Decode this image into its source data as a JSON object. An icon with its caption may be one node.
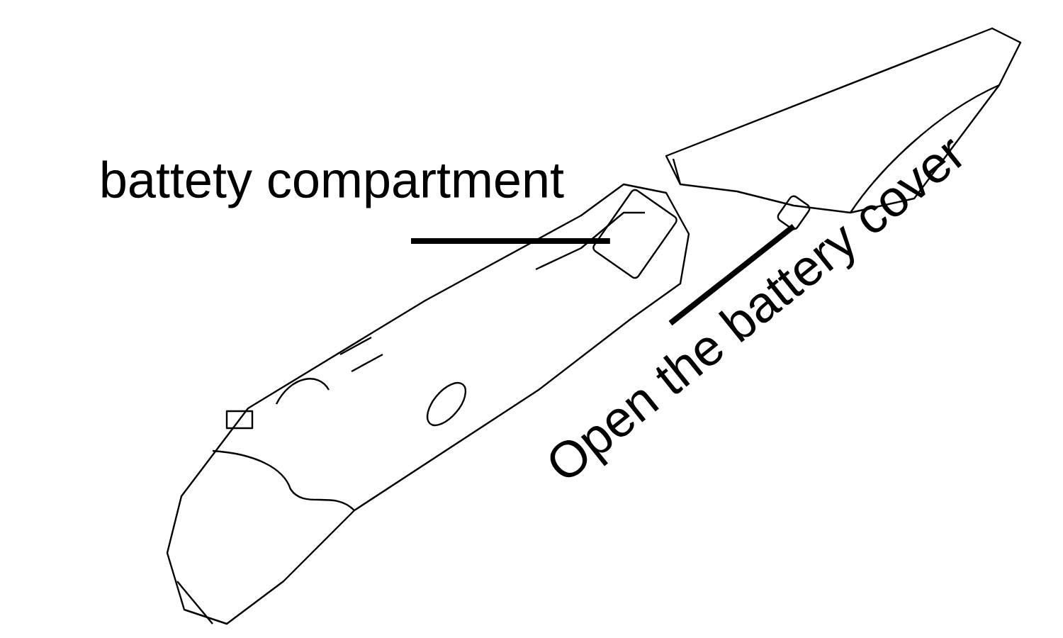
{
  "diagram": {
    "nodes": [
      {
        "text": [
          "battety compartment"
        ]
      },
      {
        "text": [],
        "shape": "picture"
      },
      {
        "text": [
          "Open the battery cover"
        ]
      },
      {
        "text": [],
        "shape": "picture"
      }
    ],
    "edges": [
      {
        "from": 0,
        "to": 1,
        "arrow": "none"
      },
      {
        "from": 2,
        "to": 3,
        "arrow": "none"
      }
    ]
  }
}
